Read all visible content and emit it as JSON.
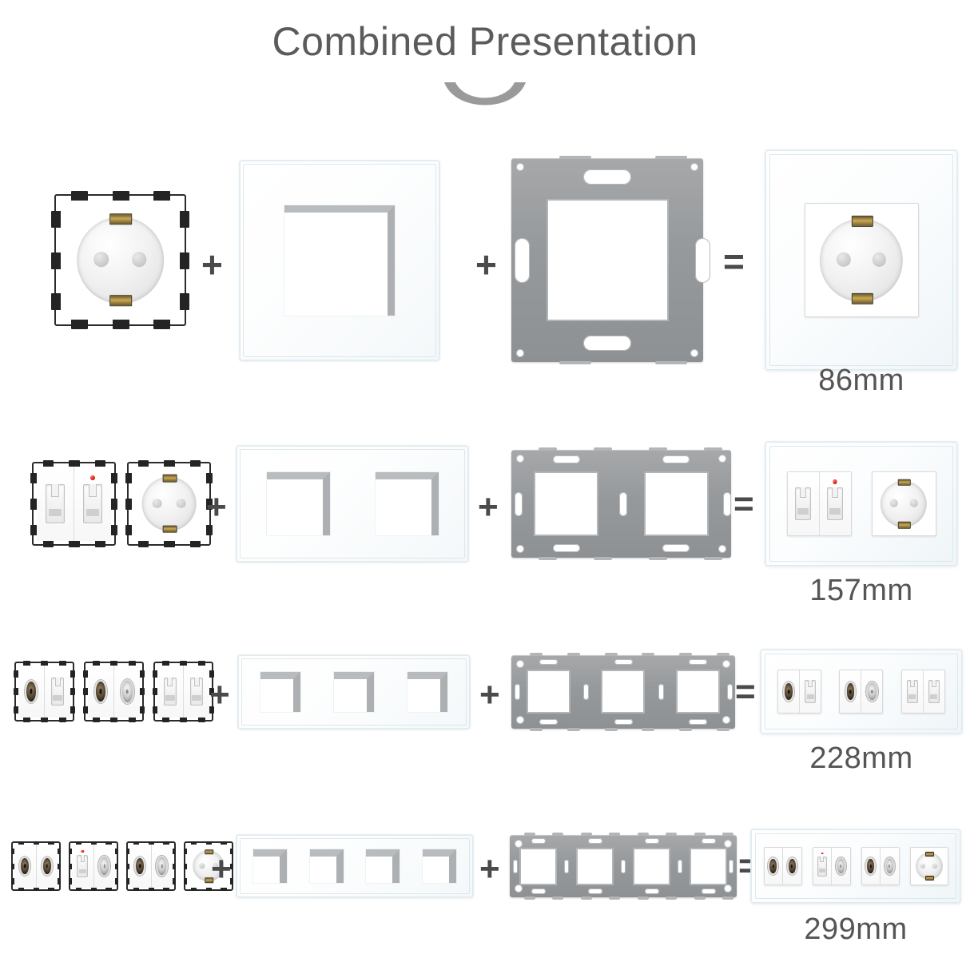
{
  "header": {
    "title": "Combined Presentation",
    "arc_icon": "curved-arc-icon",
    "title_color": "#5b5b5b"
  },
  "operators": {
    "plus": "+",
    "equals": "="
  },
  "colors": {
    "title_text": "#5b5b5b",
    "size_label_text": "#555555",
    "bracket_grey": "#96999b",
    "module_border_black": "#2b2b2b",
    "led_red": "#e01b10",
    "glass_white": "#ffffff"
  },
  "rows": [
    {
      "id": "row-1-gang",
      "size_label": "86mm",
      "gangs": 1,
      "modules": [
        {
          "name": "schuko-socket-module",
          "type": "schuko",
          "label": "Schuko socket module"
        }
      ],
      "panel": {
        "name": "glass-panel-1-gang",
        "holes": 1,
        "label": "1-gang glass panel"
      },
      "bracket": {
        "name": "mounting-bracket-1-gang",
        "holes": 1,
        "label": "1-gang mounting bracket"
      },
      "result": {
        "name": "assembled-socket-1-gang",
        "label": "Assembled 1-gang socket"
      }
    },
    {
      "id": "row-2-gang",
      "size_label": "157mm",
      "gangs": 2,
      "modules": [
        {
          "name": "data-telephone-module",
          "type": "rj-rj-led",
          "label": "Data + telephone module with indicator"
        },
        {
          "name": "schuko-socket-module",
          "type": "schuko",
          "label": "Schuko socket module"
        }
      ],
      "panel": {
        "name": "glass-panel-2-gang",
        "holes": 2,
        "label": "2-gang glass panel"
      },
      "bracket": {
        "name": "mounting-bracket-2-gang",
        "holes": 2,
        "label": "2-gang mounting bracket"
      },
      "result": {
        "name": "assembled-socket-2-gang",
        "label": "Assembled 2-gang socket"
      }
    },
    {
      "id": "row-3-gang",
      "size_label": "228mm",
      "gangs": 3,
      "modules": [
        {
          "name": "tv-data-module",
          "type": "coax-rj",
          "label": "TV + data module"
        },
        {
          "name": "tv-satellite-module",
          "type": "coax-sat",
          "label": "TV + satellite module"
        },
        {
          "name": "dual-data-module",
          "type": "rj-rj",
          "label": "Dual data module"
        }
      ],
      "panel": {
        "name": "glass-panel-3-gang",
        "holes": 3,
        "label": "3-gang glass panel"
      },
      "bracket": {
        "name": "mounting-bracket-3-gang",
        "holes": 3,
        "label": "3-gang mounting bracket"
      },
      "result": {
        "name": "assembled-socket-3-gang",
        "label": "Assembled 3-gang socket"
      }
    },
    {
      "id": "row-4-gang",
      "size_label": "299mm",
      "gangs": 4,
      "modules": [
        {
          "name": "dual-tv-module",
          "type": "coax-coax",
          "label": "Dual TV module"
        },
        {
          "name": "data-satellite-module",
          "type": "rj-sat-led",
          "label": "Data + satellite module with indicator"
        },
        {
          "name": "tv-satellite-module",
          "type": "coax-sat",
          "label": "TV + satellite module"
        },
        {
          "name": "schuko-socket-module",
          "type": "schuko",
          "label": "Schuko socket module"
        }
      ],
      "panel": {
        "name": "glass-panel-4-gang",
        "holes": 4,
        "label": "4-gang glass panel"
      },
      "bracket": {
        "name": "mounting-bracket-4-gang",
        "holes": 4,
        "label": "4-gang mounting bracket"
      },
      "result": {
        "name": "assembled-socket-4-gang",
        "label": "Assembled 4-gang socket"
      }
    }
  ]
}
